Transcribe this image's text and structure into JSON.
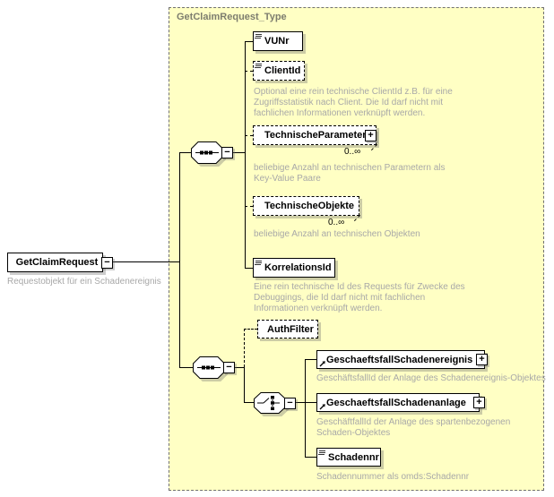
{
  "container": {
    "title": "GetClaimRequest_Type"
  },
  "root": {
    "label": "GetClaimRequest",
    "annotation": "Requestobjekt für ein Schadenereignis"
  },
  "elements": {
    "vunr": {
      "label": "VUNr"
    },
    "clientid": {
      "label": "ClientId",
      "annotation": "Optional eine rein technische ClientId z.B. für eine Zugriffsstatistik nach Client. Die Id darf nicht mit fachlichen Informationen verknüpft werden."
    },
    "technischeparameter": {
      "label": "TechnischeParameter",
      "cardinality": "0..∞",
      "annotation": "beliebige Anzahl an technischen Parametern als Key-Value Paare"
    },
    "technischeobjekte": {
      "label": "TechnischeObjekte",
      "cardinality": "0..∞",
      "annotation": "beliebige Anzahl an technischen Objekten"
    },
    "korrelationsid": {
      "label": "KorrelationsId",
      "annotation": "Eine rein technische Id des Requests für Zwecke des Debuggings, die Id darf nicht mit fachlichen Informationen verknüpft werden."
    },
    "authfilter": {
      "label": "AuthFilter"
    },
    "geschaeftsfallschadenereignis": {
      "label": "GeschaeftsfallSchadenereignis",
      "annotation": "GeschäftsfallId der Anlage des Schadenereignis-Objektes"
    },
    "geschaeftsfallschadenanlage": {
      "label": "GeschaeftsfallSchadenanlage",
      "annotation": "GeschäftfallId der Anlage des spartenbezogenen Schaden-Objektes"
    },
    "schadennr": {
      "label": "Schadennr",
      "annotation": "Schadennummer als omds:Schadennr"
    }
  },
  "icons": {
    "collapse": "−",
    "expand": "+",
    "sequence": "octagon-with-dotted-line",
    "choice": "octagon-with-switch"
  },
  "colors": {
    "type_fill": "#FFFFC4",
    "type_border": "#707070",
    "node_fill": "#FFFFFF",
    "line": "#000000",
    "annotation_text": "#A8A8A8"
  }
}
